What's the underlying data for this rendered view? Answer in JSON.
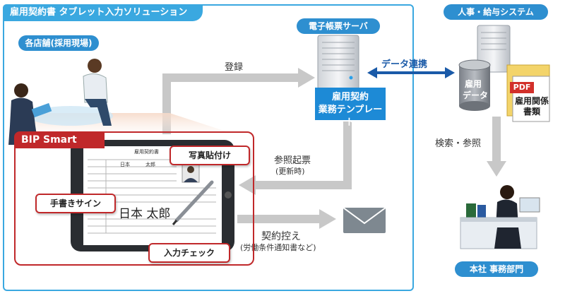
{
  "panel": {
    "title": "雇用契約書 タブレット入力ソリューション"
  },
  "store": {
    "label": "各店舗(採用現場)"
  },
  "server": {
    "label": "電子帳票サーバ",
    "template_line1": "雇用契約",
    "template_line2": "業務テンプレート"
  },
  "hr_system": {
    "label": "人事・給与システム",
    "db_line1": "雇用",
    "db_line2": "データ",
    "pdf_badge": "PDF",
    "docs_line1": "雇用関係",
    "docs_line2": "書類"
  },
  "head_office": {
    "label": "本社 事務部門"
  },
  "flows": {
    "register": "登録",
    "data_link": "データ連携",
    "reference_line1": "参照起票",
    "reference_line2": "(更新時)",
    "copy_line1": "契約控え",
    "copy_line2": "(労働条件通知書など)",
    "search": "検索・参照"
  },
  "bip": {
    "title": "BIP Smart",
    "photo": "写真貼付け",
    "signature": "手書きサイン",
    "check": "入力チェック"
  },
  "tablet_form": {
    "title": "雇用契約書",
    "name_family": "日本",
    "name_given": "太郎",
    "signature_text": "日本 太郎"
  },
  "colors": {
    "accent": "#3aa8e0",
    "pill": "#2e8fd0",
    "bip_red": "#c0282a",
    "arrow_gray": "#c8c8c8",
    "link_blue": "#1a5aa8"
  }
}
